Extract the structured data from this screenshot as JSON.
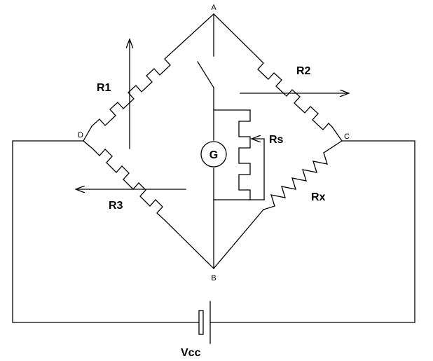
{
  "nodes": {
    "a": "A",
    "b": "B",
    "c": "C",
    "d": "D"
  },
  "components": {
    "r1": "R1",
    "r2": "R2",
    "r3": "R3",
    "rs": "Rs",
    "rx": "Rx",
    "galvanometer": "G",
    "source": "Vcc"
  },
  "colors": {
    "stroke": "#000000",
    "background": "#ffffff"
  }
}
